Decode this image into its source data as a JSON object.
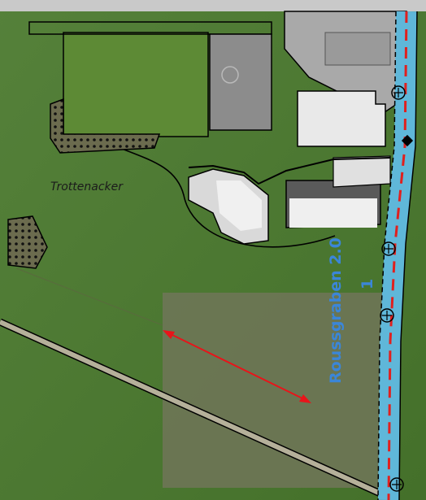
{
  "map": {
    "labels": {
      "place": "Trottenacker",
      "stream_name": "Roussgraben 2.0",
      "stream_segment": "1"
    },
    "colors": {
      "meadow": "#4f7a2e",
      "meadow_dark": "#3f6526",
      "field": "#6f7a55",
      "sports_field": "#5f8a36",
      "building_roof": "#e6e6e6",
      "court": "#8a8a8a",
      "parcel_line": "#000000",
      "stream_fill": "#5fb7d9",
      "stream_dash": "#e0201e",
      "measure_arrow": "#e8141a"
    },
    "icons": [
      "survey-marker-icon",
      "hatched-area-icon",
      "measurement-arrow-icon"
    ]
  }
}
